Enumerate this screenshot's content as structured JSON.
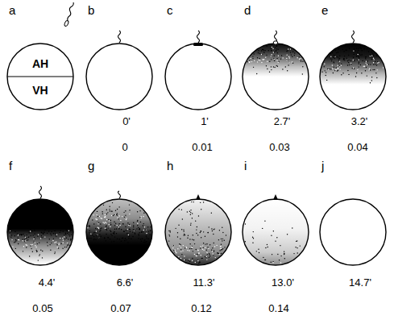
{
  "diagram": {
    "nodes": [
      {
        "text": [
          "a",
          "AH",
          "VH"
        ]
      },
      {
        "text": [
          "b"
        ]
      },
      {
        "text": [
          "c"
        ]
      },
      {
        "text": [
          "d"
        ]
      },
      {
        "text": [
          "e"
        ]
      },
      {
        "text": [
          "f"
        ]
      },
      {
        "text": [
          "g"
        ]
      },
      {
        "text": [
          "h"
        ]
      },
      {
        "text": [
          "i"
        ]
      },
      {
        "text": [
          "j"
        ]
      }
    ],
    "labels": [
      "0'",
      "1'",
      "2.7'",
      "3.2'",
      "0",
      "0.01",
      "0.03",
      "0.04",
      "4.4'",
      "6.6'",
      "11.3'",
      "13.0'",
      "14.7'",
      "0.05",
      "0.07",
      "0.12",
      "0.14"
    ]
  }
}
